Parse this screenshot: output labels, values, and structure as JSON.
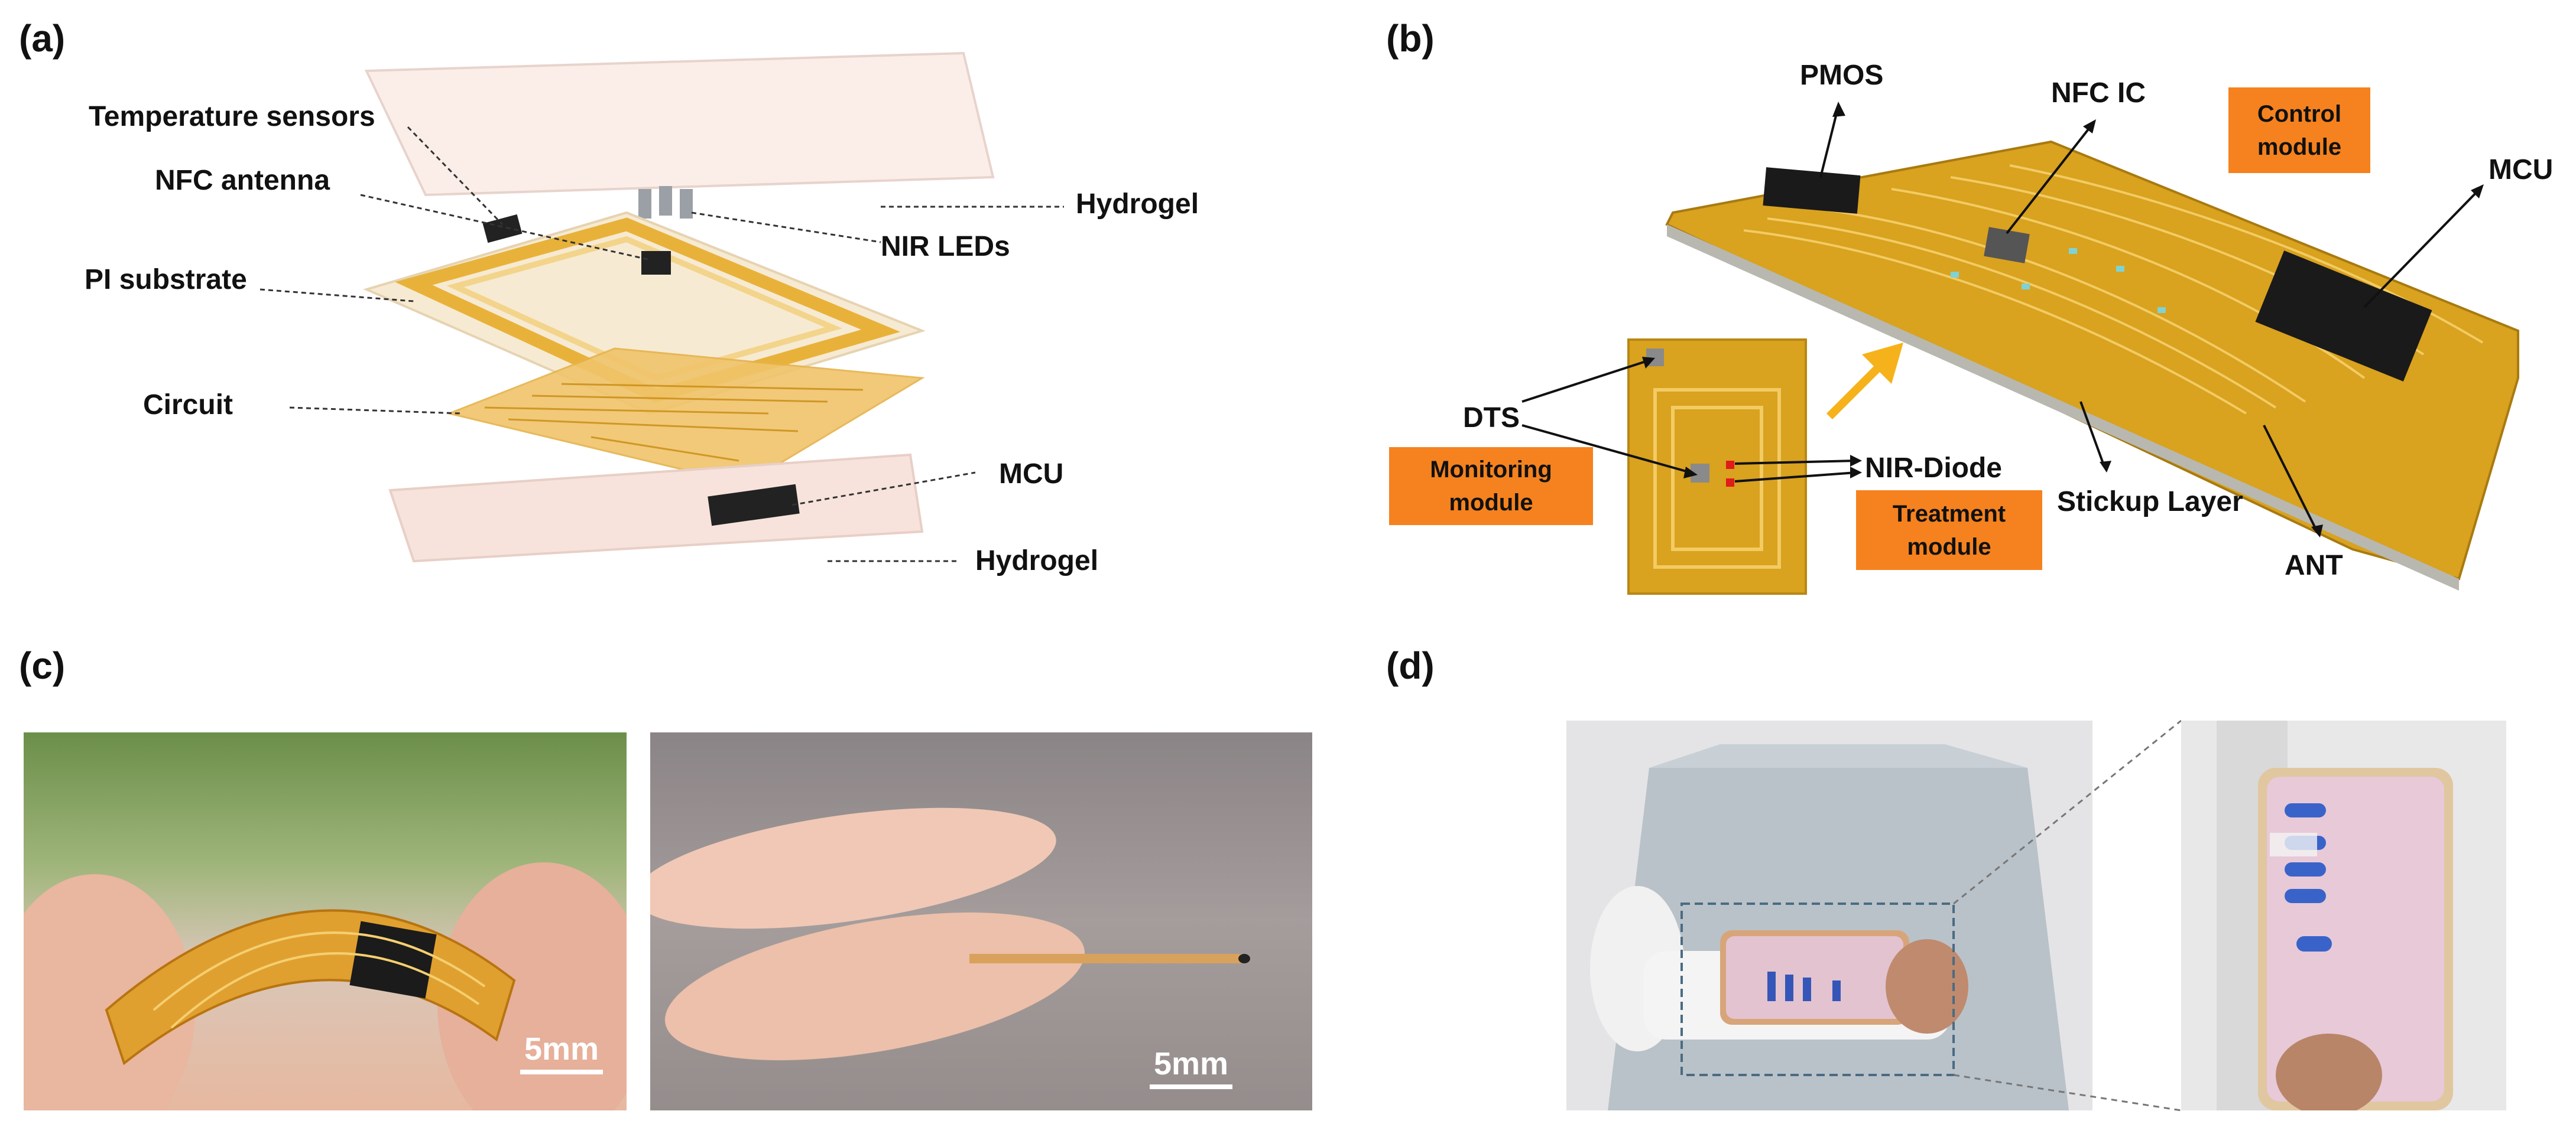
{
  "panels": {
    "a": "(a)",
    "b": "(b)",
    "c": "(c)",
    "d": "(d)"
  },
  "panel_a": {
    "temperature_sensors": "Temperature sensors",
    "nfc_antenna": "NFC antenna",
    "pi_substrate": "PI substrate",
    "circuit": "Circuit",
    "hydrogel_top": "Hydrogel",
    "nir_leds": "NIR LEDs",
    "mcu": "MCU",
    "hydrogel_bottom": "Hydrogel"
  },
  "panel_b": {
    "pmos": "PMOS",
    "nfc_ic": "NFC IC",
    "control_module_line1": "Control",
    "control_module_line2": "module",
    "mcu": "MCU",
    "dts": "DTS",
    "monitoring_module_line1": "Monitoring",
    "monitoring_module_line2": "module",
    "nir_diode": "NIR-Diode",
    "treatment_module_line1": "Treatment",
    "treatment_module_line2": "module",
    "stickup_layer": "Stickup Layer",
    "ant": "ANT"
  },
  "panel_c": {
    "scale_left": "5mm",
    "scale_right": "5mm"
  },
  "colors": {
    "orange_box": "#f5821f",
    "pcb_gold": "#d9a21f",
    "hydrogel": "#f7e3dc"
  }
}
